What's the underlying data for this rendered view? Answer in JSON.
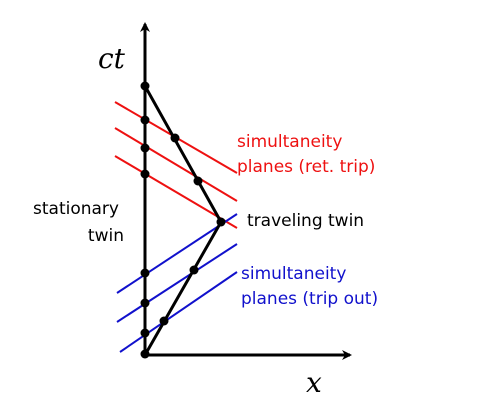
{
  "axes": {
    "time_label": "ct",
    "space_label": "x"
  },
  "labels": {
    "stationary_line1": "stationary",
    "stationary_line2": "twin",
    "traveling": "traveling twin",
    "return_line1": "simultaneity",
    "return_line2": "planes (ret. trip)",
    "out_line1": "simultaneity",
    "out_line2": "planes (trip out)"
  },
  "colors": {
    "axis": "#000000",
    "return_planes": "#ee1111",
    "out_planes": "#1111cc",
    "text": "#000000"
  }
}
